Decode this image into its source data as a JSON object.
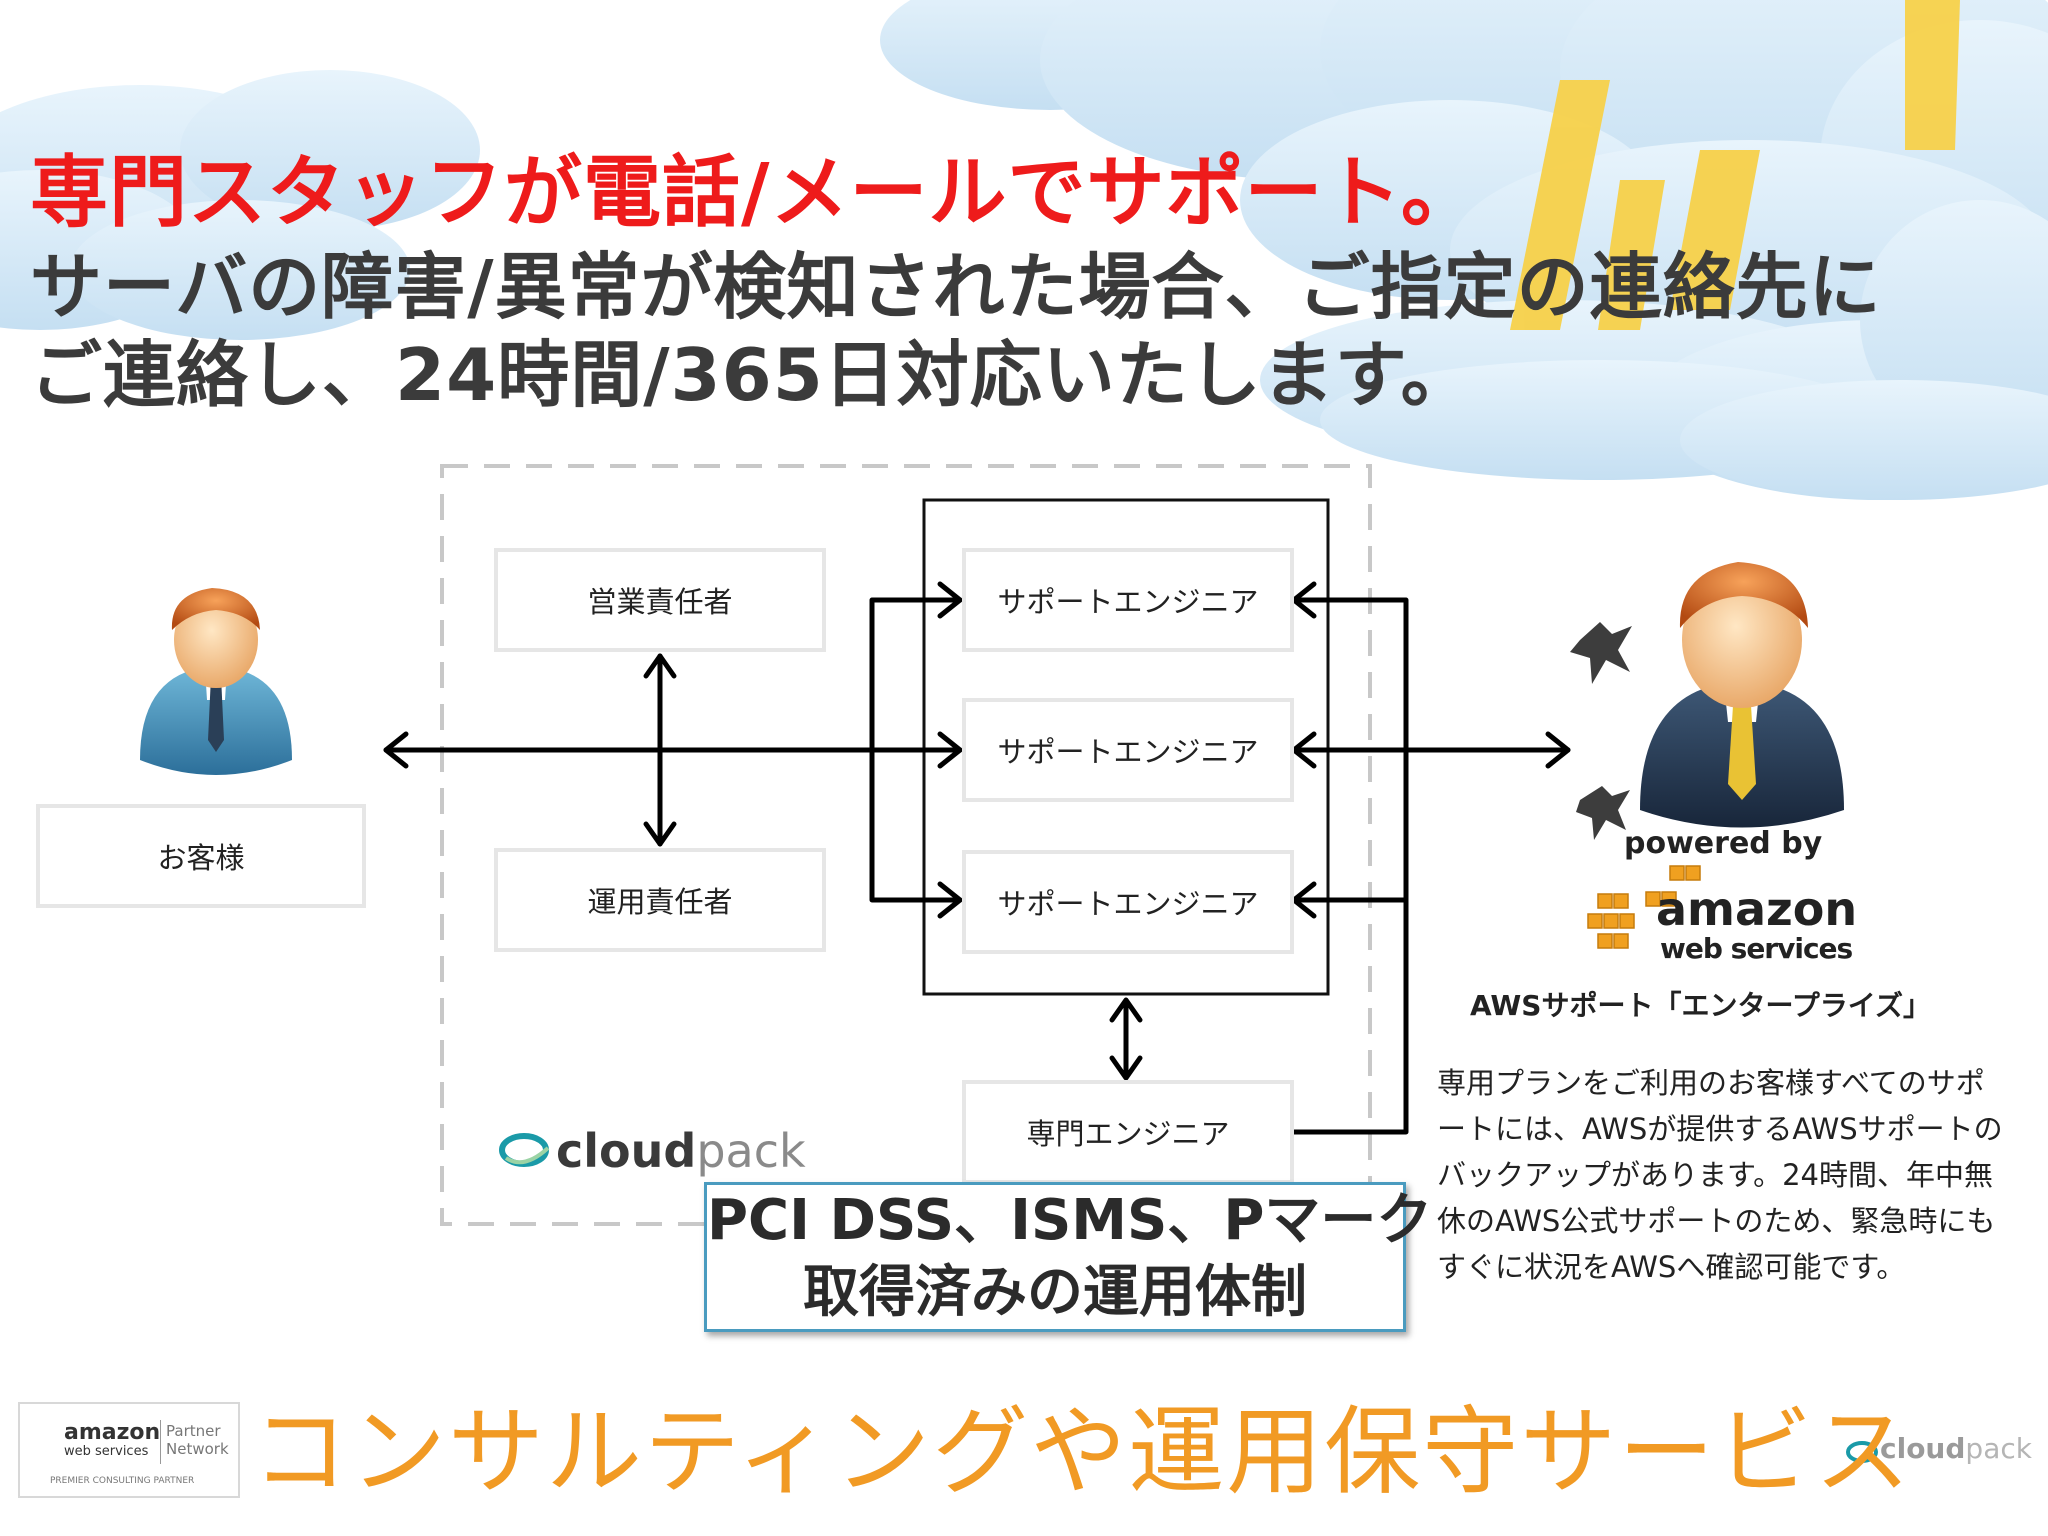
{
  "heading": {
    "line1": "専門スタッフが電話/メールでサポート。",
    "line2": "サーバの障害/異常が検知された場合、ご指定の連絡先に",
    "line3": "ご連絡し、24時間/365日対応いたします。"
  },
  "nodes": {
    "customer": "お客様",
    "sales_manager": "営業責任者",
    "ops_manager": "運用責任者",
    "support_engineer_1": "サポートエンジニア",
    "support_engineer_2": "サポートエンジニア",
    "support_engineer_3": "サポートエンジニア",
    "specialist_engineer": "専門エンジニア"
  },
  "cloudpack_logo": {
    "part1": "cloud",
    "part2": "pack"
  },
  "certification": {
    "line1": "PCI DSS、ISMS、Pマーク",
    "line2": "取得済みの運用体制"
  },
  "aws": {
    "powered_by": "powered by",
    "logo_word1": "amazon",
    "logo_word2": "web services",
    "support_title": "AWSサポート「エンタープライズ」",
    "note": "専用プランをご利用のお客様すべてのサポートには、AWSが提供するAWSサポートのバックアップがあります。24時間、年中無休のAWS公式サポートのため、緊急時にもすぐに状況をAWSへ確認可能です。"
  },
  "partner_badge": {
    "word1": "amazon",
    "word2": "web services",
    "partner1": "Partner",
    "partner2": "Network",
    "tier": "PREMIER CONSULTING PARTNER"
  },
  "footer": {
    "title": "コンサルティングや運用保守サービス"
  },
  "colors": {
    "heading_red": "#ee1b1b",
    "heading_dark": "#3b3b3b",
    "footer_orange": "#f19a24",
    "cert_border": "#4a9bbf",
    "cloud": "#cfe6f7",
    "ray": "#f7d14a"
  },
  "icons": [
    "person-customer-icon",
    "person-aws-icon",
    "shuriken-icon",
    "aws-cubes-icon",
    "cloudpack-swirl-icon"
  ]
}
